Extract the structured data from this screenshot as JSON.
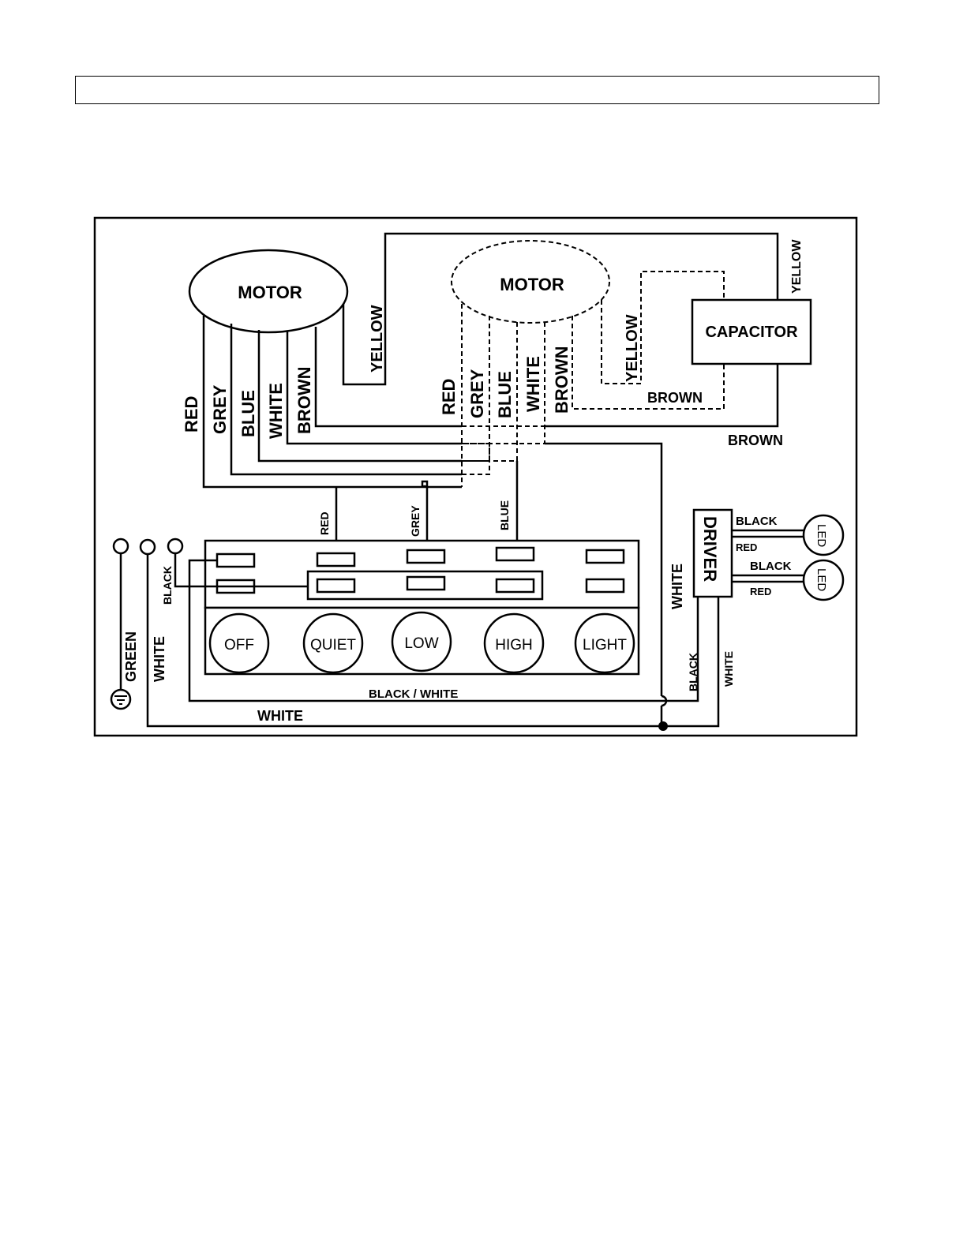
{
  "motors": {
    "motor_1": "MOTOR",
    "motor_2": "MOTOR"
  },
  "capacitor": "CAPACITOR",
  "driver": "DRIVER",
  "leds": [
    "LED",
    "LED"
  ],
  "buttons": [
    "OFF",
    "QUIET",
    "LOW",
    "HIGH",
    "LIGHT"
  ],
  "wires": {
    "motor1": [
      "RED",
      "GREY",
      "BLUE",
      "WHITE",
      "BROWN"
    ],
    "motor1_yellow": "YELLOW",
    "motor2": [
      "RED",
      "GREY",
      "BLUE",
      "WHITE",
      "BROWN"
    ],
    "motor2_yellow": "YELLOW",
    "motor2_brown": "BROWN",
    "capacitor_yellow": "YELLOW",
    "capacitor_brown": "BROWN",
    "switch_red": "RED",
    "switch_grey": "GREY",
    "switch_blue": "BLUE",
    "driver_white": "WHITE",
    "driver_black": "BLACK",
    "driver_white_out": "WHITE",
    "led1_black": "BLACK",
    "led1_red": "RED",
    "led2_black": "BLACK",
    "led2_red": "RED",
    "supply_black": "BLACK",
    "supply_green": "GREEN",
    "supply_white": "WHITE",
    "bottom_black_white": "BLACK  /  WHITE",
    "bottom_white": "WHITE"
  }
}
